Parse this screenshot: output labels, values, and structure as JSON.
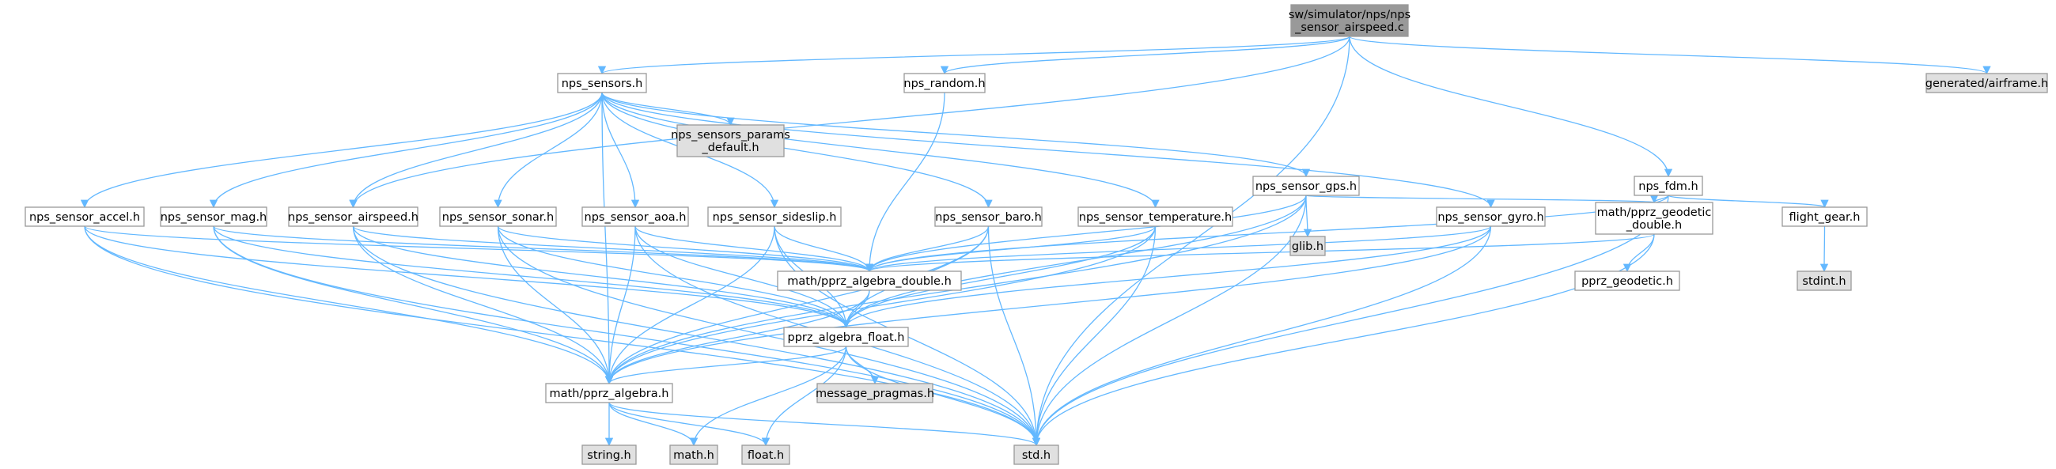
{
  "colors": {
    "edge": "#63b8ff",
    "root_fill": "#999999",
    "node_fill": "#ffffff",
    "external_fill": "#e0e0e0",
    "border": "#999999"
  },
  "nodes": {
    "root": [
      "sw/simulator/nps/nps",
      "_sensor_airspeed.c"
    ],
    "nps_sensors_h": [
      "nps_sensors.h"
    ],
    "nps_random_h": [
      "nps_random.h"
    ],
    "generated_airframe_h": [
      "generated/airframe.h"
    ],
    "nps_fdm_h": [
      "nps_fdm.h"
    ],
    "nps_sensors_params_default_h": [
      "nps_sensors_params",
      "_default.h"
    ],
    "nps_sensor_gps_h": [
      "nps_sensor_gps.h"
    ],
    "glib_h": [
      "glib.h"
    ],
    "nps_sensor_accel_h": [
      "nps_sensor_accel.h"
    ],
    "nps_sensor_mag_h": [
      "nps_sensor_mag.h"
    ],
    "nps_sensor_airspeed_h": [
      "nps_sensor_airspeed.h"
    ],
    "nps_sensor_sonar_h": [
      "nps_sensor_sonar.h"
    ],
    "nps_sensor_aoa_h": [
      "nps_sensor_aoa.h"
    ],
    "nps_sensor_sideslip_h": [
      "nps_sensor_sideslip.h"
    ],
    "nps_sensor_baro_h": [
      "nps_sensor_baro.h"
    ],
    "nps_sensor_temperature_h": [
      "nps_sensor_temperature.h"
    ],
    "nps_sensor_gyro_h": [
      "nps_sensor_gyro.h"
    ],
    "math_pprz_geodetic_double_h": [
      "math/pprz_geodetic",
      "_double.h"
    ],
    "flight_gear_h": [
      "flight_gear.h"
    ],
    "stdint_h": [
      "stdint.h"
    ],
    "math_pprz_algebra_double_h": [
      "math/pprz_algebra_double.h"
    ],
    "pprz_geodetic_h": [
      "pprz_geodetic.h"
    ],
    "pprz_algebra_float_h": [
      "pprz_algebra_float.h"
    ],
    "math_pprz_algebra_h": [
      "math/pprz_algebra.h"
    ],
    "message_pragmas_h": [
      "message_pragmas.h"
    ],
    "string_h": [
      "string.h"
    ],
    "math_h": [
      "math.h"
    ],
    "float_h": [
      "float.h"
    ],
    "std_h": [
      "std.h"
    ]
  }
}
